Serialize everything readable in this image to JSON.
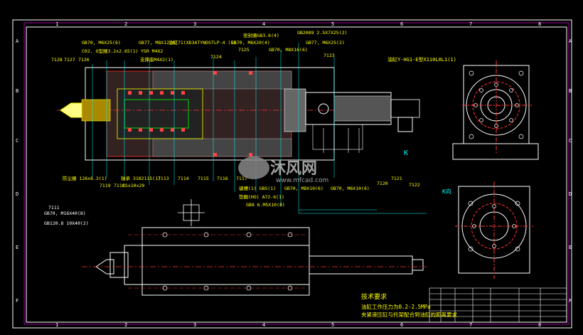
{
  "drawing": {
    "grid_columns": [
      "1",
      "2",
      "3",
      "4",
      "5",
      "6",
      "7",
      "8"
    ],
    "grid_rows": [
      "A",
      "B",
      "C",
      "D",
      "E",
      "F"
    ],
    "top_labels": [
      "GB70, M6X25(6)",
      "GB77, M8X12(4)",
      "油缸71(XD3ATYNDSTLP-4 (1)",
      "密封圈GB3.6(4)",
      "GB2089 2.5X7X25(2)",
      "GB77, M6X25(2)",
      "GB70, M8X16(6)",
      "GB70, M6X20(4)"
    ],
    "left_labels": [
      "7128",
      "7127",
      "7126",
      "C02. O型圈3.2x2.65(1)",
      "YSR M4X2",
      "支撑座M4X2(1)",
      "7125",
      "7124",
      "7123"
    ],
    "right_top_label": "油缸Y-HG1-E型X110L0L1(1)",
    "bottom_labels": [
      "7119",
      "7118",
      "防尘圈 126x6.3(1)",
      "轴承 3182115(1)",
      "CSx10x29",
      "7113",
      "7114",
      "7115",
      "7116",
      "7117",
      "键槽(1) GB5(1)",
      "垫圈(HO) A72-6(1)",
      "GB8 6.M5X10(8)",
      "GB70, M8X10(6)",
      "GB70, M6X10(6)",
      "7120",
      "7121",
      "7122"
    ],
    "section_label": "K",
    "view_label": "K向",
    "lower_labels": [
      "7111",
      "GB70, M16X40(8)",
      "GB120.8 10X40(2)"
    ],
    "notes_title": "技术要求",
    "notes_lines": [
      "油缸工作压力为0.2-2.5MPa",
      "夹紧液压缸与托架配合到油缸的距离要求"
    ],
    "watermark_main": "沐风网",
    "watermark_url": "www.mfcad.com",
    "colors": {
      "frame": "#ffffff",
      "title_text": "#ffff00",
      "cyan": "#00ffff",
      "magenta": "#ff00ff",
      "red": "#ff3333",
      "green": "#00ff00",
      "blue": "#5555ff"
    }
  }
}
